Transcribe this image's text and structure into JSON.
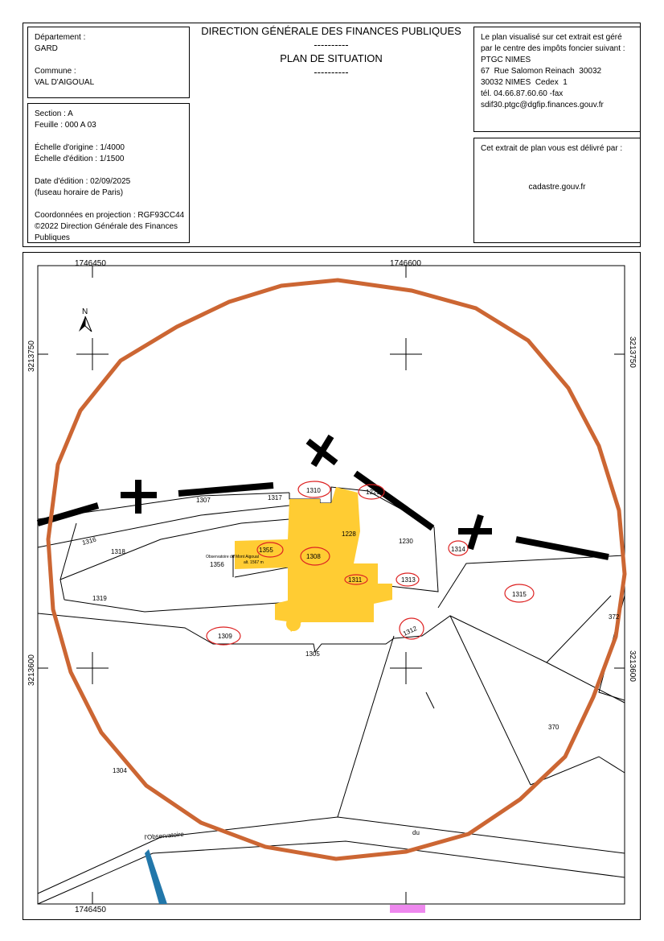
{
  "left_top": {
    "dept_label": "Département :",
    "dept": "GARD",
    "commune_label": "Commune :",
    "commune": "VAL D'AIGOUAL"
  },
  "left_bottom": {
    "section": "Section : A",
    "feuille": "Feuille : 000 A 03",
    "echelle_origine": "Échelle d'origine : 1/4000",
    "echelle_edition": "Échelle d'édition : 1/1500",
    "date": "Date d'édition : 02/09/2025",
    "fuseau": "(fuseau horaire de Paris)",
    "coord": "Coordonnées en projection : RGF93CC44",
    "copyright": "©2022 Direction Générale des Finances",
    "copyright2": "Publiques"
  },
  "title": {
    "org": "DIRECTION GÉNÉRALE DES FINANCES PUBLIQUES",
    "sep": "----------",
    "plan": "PLAN DE SITUATION"
  },
  "right_top": {
    "l1": "Le plan visualisé sur cet extrait est géré",
    "l2": "par le centre des impôts foncier suivant :",
    "l3": "PTGC NIMES",
    "l4": "67  Rue Salomon Reinach  30032",
    "l5": "30032 NIMES  Cedex  1",
    "l6": "tél. 04.66.87.60.60 -fax",
    "l7": "sdif30.ptgc@dgfip.finances.gouv.fr"
  },
  "right_bottom": {
    "l1": "Cet extrait de plan vous est délivré par :",
    "site": "cadastre.gouv.fr"
  },
  "map": {
    "x_coords": [
      "1746450",
      "1746600",
      "1746450"
    ],
    "y_coords": [
      "3213750",
      "3213600"
    ],
    "north": "N",
    "colors": {
      "circle": "#cc6633",
      "parcel": "#ffcc33",
      "annotation": "#dd2222",
      "water": "#2277aa",
      "marker": "#ee88ee"
    },
    "parcels": [
      "1307",
      "1317",
      "1310",
      "1229",
      "1228",
      "1230",
      "1314",
      "1316",
      "1318",
      "1355",
      "1308",
      "1356",
      "1311",
      "1313",
      "1315",
      "1319",
      "1309",
      "1312",
      "1305",
      "372",
      "370",
      "1304"
    ],
    "observatory": "Observatoire  du Mont Aigoual",
    "altitude": "alt. 1567 m",
    "road1": "l'Observatoire",
    "road2": "du"
  }
}
